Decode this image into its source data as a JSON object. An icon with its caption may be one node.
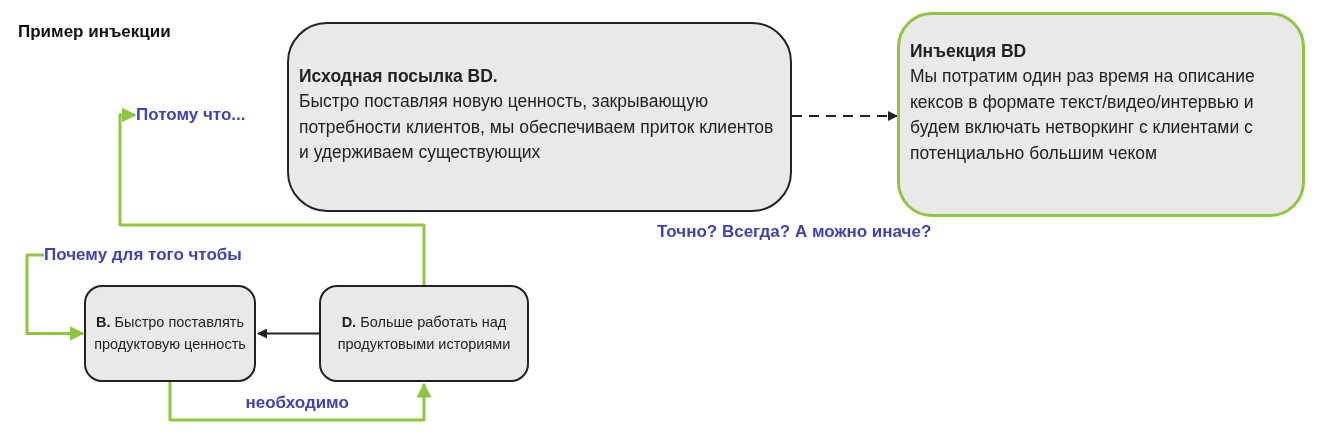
{
  "diagram": {
    "title": "Пример инъекции",
    "nodes": [
      {
        "text": [
          "Исходная посылка BD.",
          "Быстро поставляя новую ценность, закрывающую потребности клиентов, мы обеспечиваем приток клиентов и удерживаем существующих"
        ]
      },
      {
        "text": [
          "Инъекция BD",
          "Мы потратим один раз время на описание кексов в формате текст/видео/интервью и будем включать нетворкинг с клиентами с потенциально большим чеком"
        ]
      },
      {
        "text": [
          "**B.** Быстро поставлять продуктовую ценность"
        ]
      },
      {
        "text": [
          "**D.** Больше работать над продуктовыми историями"
        ]
      },
      {
        "text": [
          "Потому что..."
        ]
      },
      {
        "text": [
          "Почему для того чтобы"
        ]
      }
    ],
    "edges": [
      {
        "from": 0,
        "to": 1,
        "arrow": "to",
        "style": "dashed",
        "color": "#222222"
      },
      {
        "from": 3,
        "to": 2,
        "arrow": "to",
        "color": "#222222"
      },
      {
        "from": 2,
        "to": 3,
        "arrow": "to",
        "label": "необходимо"
      },
      {
        "from": 3,
        "to": 4,
        "arrow": "to"
      },
      {
        "from": 5,
        "to": 2,
        "arrow": "to"
      }
    ],
    "labels": [
      "Точно? Всегда? А можно иначе?"
    ]
  }
}
